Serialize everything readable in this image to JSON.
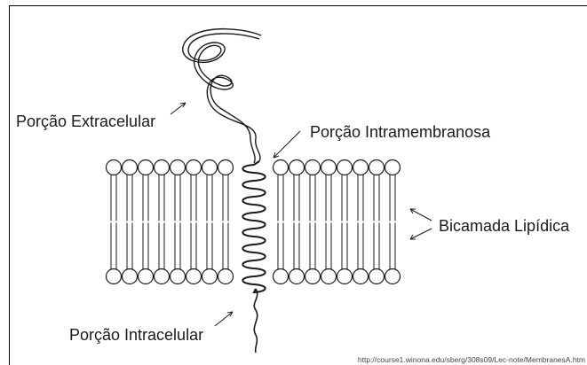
{
  "labels": {
    "extracellular": "Porção Extracelular",
    "intramembrane": "Porção Intramembranosa",
    "bilayer": "Bicamada Lipídica",
    "intracellular": "Porção Intracelular"
  },
  "source_url": "http://course1.winona.edu/sberg/308s09/Lec-note/MembranesA.htm",
  "colors": {
    "line": "#1a1a1a",
    "head_fill": "#ffffff",
    "background": "#ffffff"
  }
}
